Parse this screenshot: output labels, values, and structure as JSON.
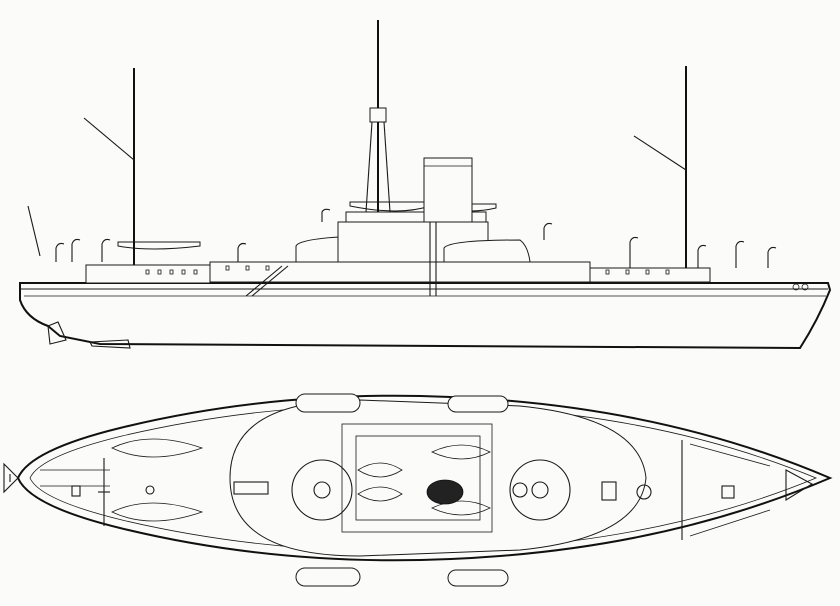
{
  "drawing": {
    "views": [
      "side-elevation",
      "deck-plan"
    ],
    "subject": "warship",
    "colors": {
      "line": "#1a1a1a",
      "paper": "#fbfbfa"
    }
  }
}
